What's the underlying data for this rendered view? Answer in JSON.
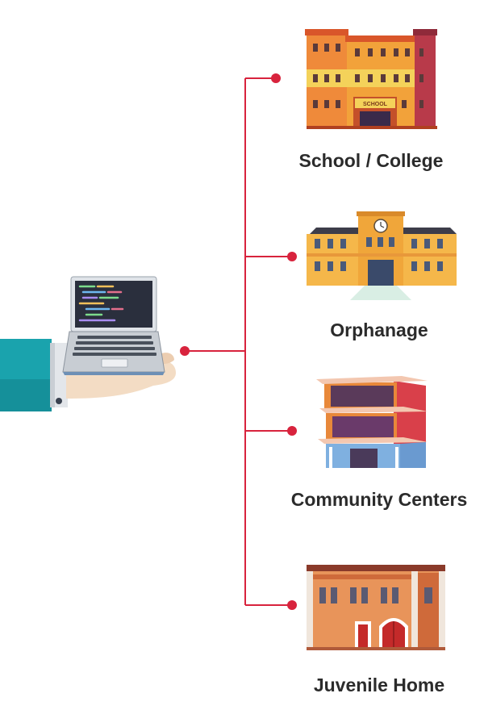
{
  "colors": {
    "connector": "#d8233d",
    "text": "#2b2b2b",
    "sleeve": "#1aa3ad",
    "skin": "#f3dcc4"
  },
  "icons": {
    "source": "laptop-on-hand-icon",
    "school": "school-building-icon",
    "orphanage": "orphanage-building-icon",
    "community": "community-center-building-icon",
    "juvenile": "juvenile-home-building-icon"
  },
  "destinations": {
    "school_label": "School / College",
    "orphanage_label": "Orphanage",
    "community_label": "Community Centers",
    "juvenile_label": "Juvenile Home"
  },
  "school_sign": "SCHOOL"
}
